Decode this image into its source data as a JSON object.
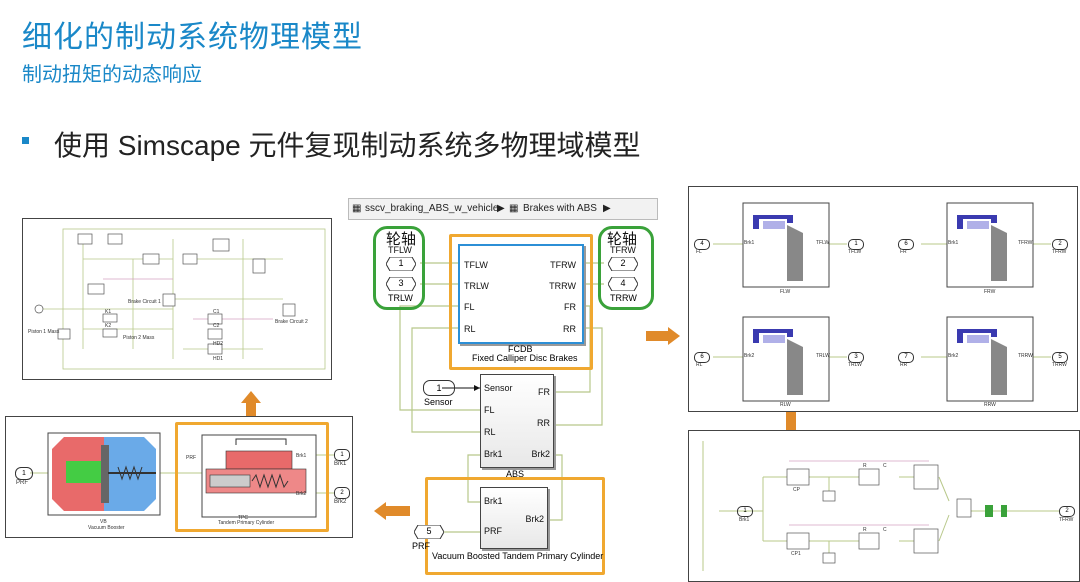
{
  "slide": {
    "title": "细化的制动系统物理模型",
    "subtitle": "制动扭矩的动态响应",
    "bullet": "使用 Simscape 元件复现制动系统多物理域模型"
  },
  "breadcrumb": {
    "model": "sscv_braking_ABS_w_vehicle",
    "subsystem": "Brakes with ABS"
  },
  "center": {
    "left_group": {
      "title": "轮轴",
      "sub": "TFLW",
      "p1": "1",
      "p3": "3",
      "label_bottom": "TRLW"
    },
    "right_group": {
      "title": "轮轴",
      "sub": "TFRW",
      "p2": "2",
      "p4": "4",
      "label_bottom": "TRRW"
    },
    "fcdb": {
      "name": "FCDB",
      "desc": "Fixed Calliper Disc Brakes",
      "ports_left": [
        "TFLW",
        "TRLW",
        "FL",
        "RL"
      ],
      "ports_right": [
        "TFRW",
        "TRRW",
        "FR",
        "RR"
      ]
    },
    "abs": {
      "name": "ABS",
      "ports_left": [
        "Sensor",
        "FL",
        "RL",
        "Brk1"
      ],
      "ports_right": [
        "FR",
        "RR",
        "Brk2"
      ],
      "in_port": "1",
      "in_label": "Sensor"
    },
    "vbtpc": {
      "desc": "Vacuum Boosted Tandem Primary Cylinder",
      "ports_left": [
        "Brk1",
        "PRF"
      ],
      "ports_right": [
        "Brk2"
      ],
      "in_port": "5",
      "in_label": "PRF"
    }
  },
  "left_bottom": {
    "vb_name": "VB",
    "vb_desc": "Vacuum Booster",
    "tpc_name": "TPC",
    "tpc_desc": "Tandem Primary Cylinder",
    "in_port": "1",
    "in_label": "PRF",
    "out1": "1",
    "out1_label": "Brk1",
    "out2": "2",
    "out2_label": "Brk2"
  },
  "left_top": {
    "labels": [
      "Brake Circuit 1",
      "Brake Circuit 2",
      "Piston 1 Mass",
      "Piston 2 Mass",
      "C1",
      "C2",
      "K1",
      "K2",
      "HD1",
      "HD2"
    ]
  },
  "right_top": {
    "wheels": [
      {
        "name": "FLW",
        "in_port": "4",
        "in_label": "FL",
        "brk": "Brk1",
        "out_port": "1",
        "out_label": "TFLW",
        "t": "TFLW"
      },
      {
        "name": "FRW",
        "in_port": "6",
        "in_label": "FR",
        "brk": "Brk1",
        "out_port": "2",
        "out_label": "TFRW",
        "t": "TFRW"
      },
      {
        "name": "RLW",
        "in_port": "6",
        "in_label": "RL",
        "brk": "Brk2",
        "out_port": "3",
        "out_label": "TRLW",
        "t": "TRLW"
      },
      {
        "name": "RRW",
        "in_port": "7",
        "in_label": "RR",
        "brk": "Brk2",
        "out_port": "5",
        "out_label": "TRRW",
        "t": "TRRW"
      }
    ]
  },
  "right_bottom": {
    "in_port": "1",
    "in_label": "Brk1",
    "out_port": "2",
    "out_label": "TFRW",
    "cp": "CP",
    "cp1": "CP1",
    "r": "R",
    "c": "C"
  },
  "colors": {
    "accent": "#1a88c8",
    "orange": "#f0a830",
    "green": "#3aa23a",
    "arrow": "#e08a2a"
  }
}
